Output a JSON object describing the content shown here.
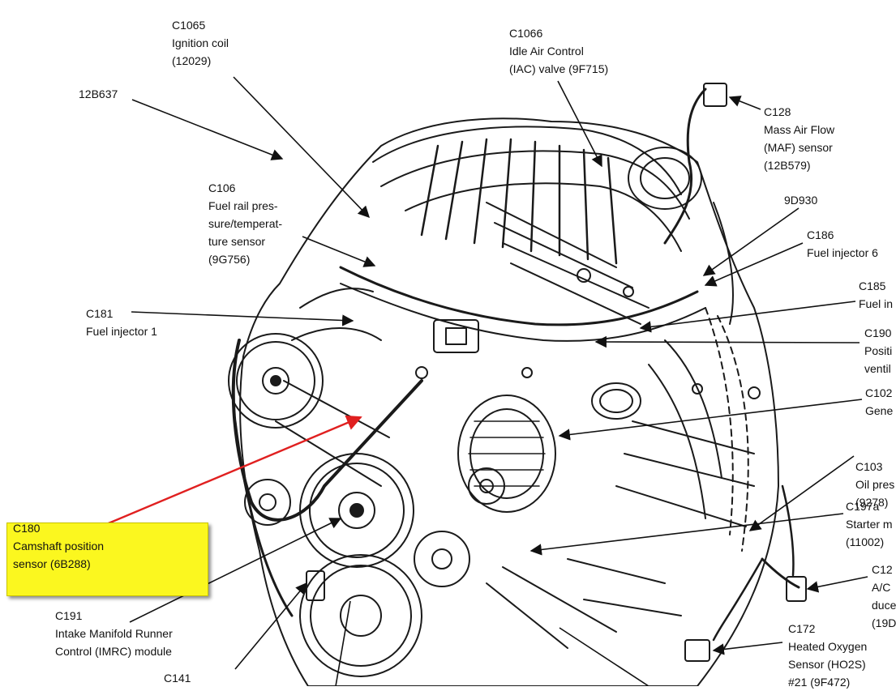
{
  "colors": {
    "highlight": "#fbf71f",
    "pointer_arrow": "#e02020",
    "line_art": "#1a1a1a"
  },
  "labels": {
    "c1065": [
      "C1065",
      "Ignition coil",
      "(12029)"
    ],
    "c1066": [
      "C1066",
      "Idle Air Control",
      "(IAC) valve (9F715)"
    ],
    "n12b637": [
      "12B637"
    ],
    "c128": [
      "C128",
      "Mass Air Flow",
      "(MAF) sensor",
      "(12B579)"
    ],
    "c106": [
      "C106",
      "Fuel rail pres-",
      "sure/temperat-",
      "ture sensor",
      "(9G756)"
    ],
    "n9d930": [
      "9D930"
    ],
    "c186": [
      "C186",
      "Fuel injector 6"
    ],
    "c185": [
      "C185",
      "Fuel in"
    ],
    "c181": [
      "C181",
      "Fuel injector 1"
    ],
    "c190": [
      "C190",
      "Positi",
      "ventil"
    ],
    "c102": [
      "C102",
      "Gene"
    ],
    "c103": [
      "C103",
      "Oil pres",
      "(9278)"
    ],
    "c197a": [
      "C197a",
      "Starter m",
      "(11002)"
    ],
    "c180": [
      "C180",
      "Camshaft position",
      "sensor (6B288)"
    ],
    "c12x": [
      "C12",
      "A/C",
      "duce",
      "(19D"
    ],
    "c191": [
      "C191",
      "Intake Manifold Runner",
      "Control (IMRC) module"
    ],
    "c172": [
      "C172",
      "Heated Oxygen",
      "Sensor (HO2S)",
      "#21 (9F472)"
    ],
    "c141": [
      "C141"
    ]
  }
}
